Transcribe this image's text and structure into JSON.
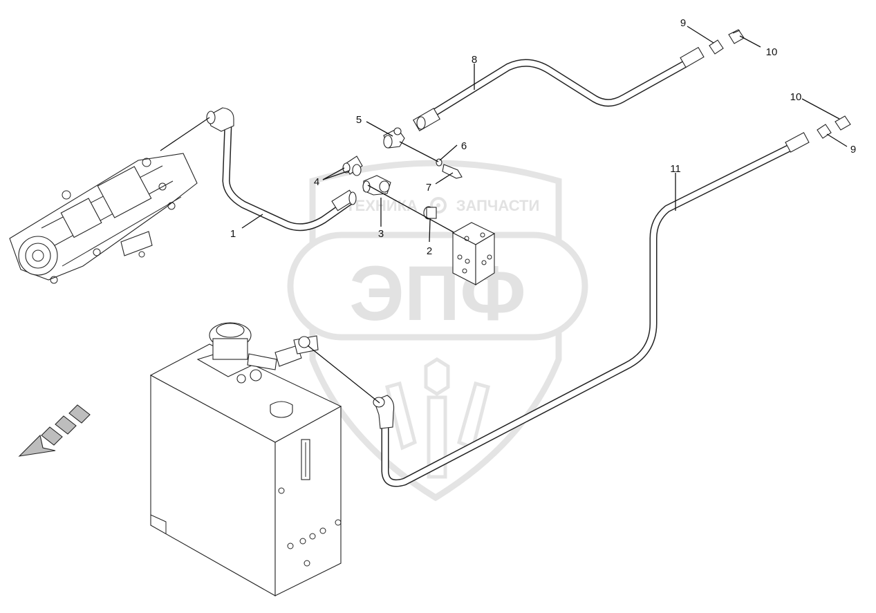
{
  "watermark": {
    "brand_text": "ЭПФ",
    "caption_left": "ТЕХНИКА",
    "caption_right": "ЗАПЧАСТИ"
  },
  "callouts": {
    "c1": "1",
    "c2": "2",
    "c3": "3",
    "c4": "4",
    "c5": "5",
    "c6": "6",
    "c7": "7",
    "c8": "8",
    "c9a": "9",
    "c9b": "9",
    "c10a": "10",
    "c10b": "10",
    "c11": "11"
  },
  "colors": {
    "line": "#111111",
    "watermark": "#e2e2e2",
    "background": "#ffffff"
  },
  "icons": {
    "direction": "direction-arrow-icon",
    "logo": "epf-logo-icon"
  }
}
